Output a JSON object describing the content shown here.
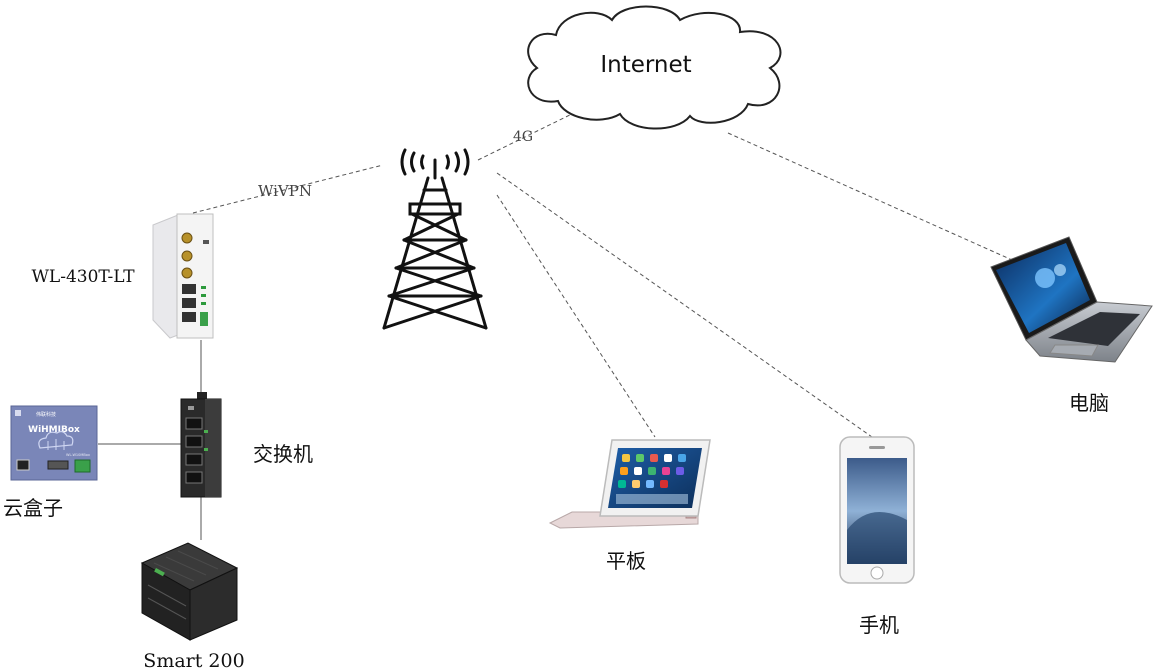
{
  "cloud": {
    "label": "Internet"
  },
  "links": {
    "cellular": "4G",
    "vpn": "WiVPN"
  },
  "devices": {
    "router": {
      "label": "WL-430T-LT"
    },
    "switch": {
      "label": "交换机"
    },
    "cloudbox": {
      "label": "云盒子",
      "brand": "伟联科技",
      "model": "WiHMIBox",
      "sub": "WL-W10MBox"
    },
    "plc": {
      "label": "Smart 200"
    },
    "tablet": {
      "label": "平板"
    },
    "phone": {
      "label": "手机"
    },
    "laptop": {
      "label": "电脑"
    }
  },
  "colors": {
    "line": "#555555",
    "cloudFill": "#ffffff",
    "boxBlue": "#7a86b8",
    "greenTerm": "#3aa04a"
  }
}
